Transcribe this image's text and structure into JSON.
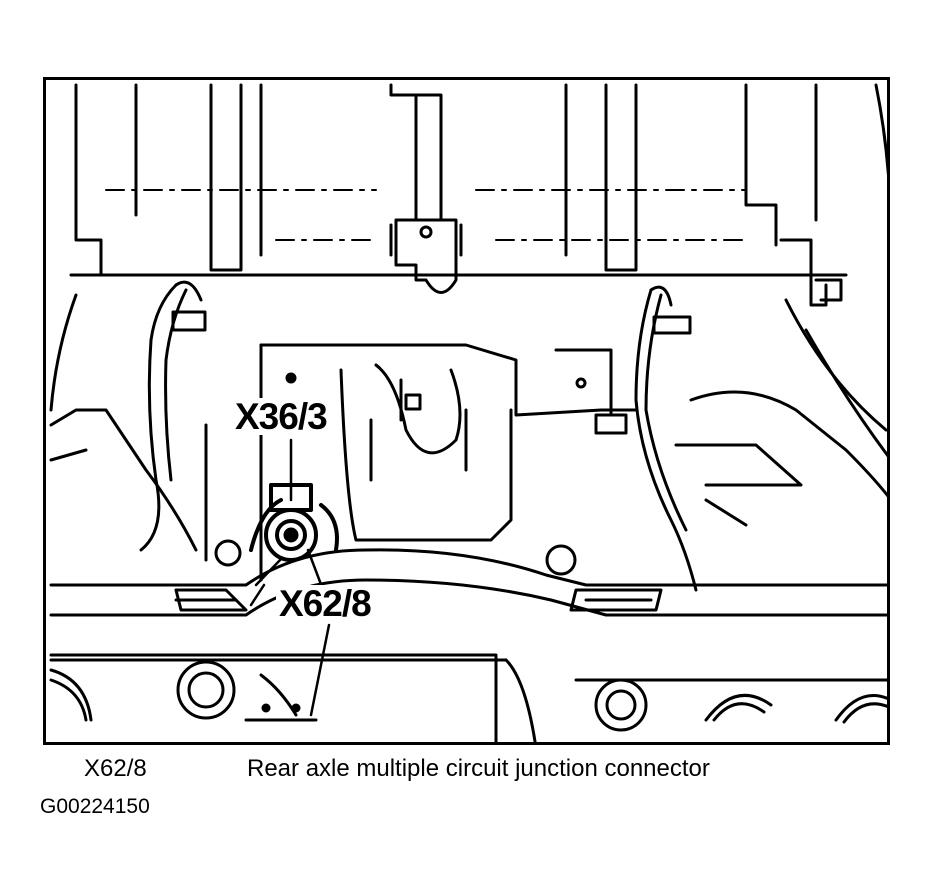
{
  "diagram": {
    "callouts": {
      "x36_3": "X36/3",
      "x62_8": "X62/8"
    },
    "legend": {
      "code": "X62/8",
      "description": "Rear axle multiple circuit junction connector"
    },
    "figure_id": "G00224150"
  },
  "colors": {
    "ink": "#000000",
    "paper": "#ffffff"
  }
}
